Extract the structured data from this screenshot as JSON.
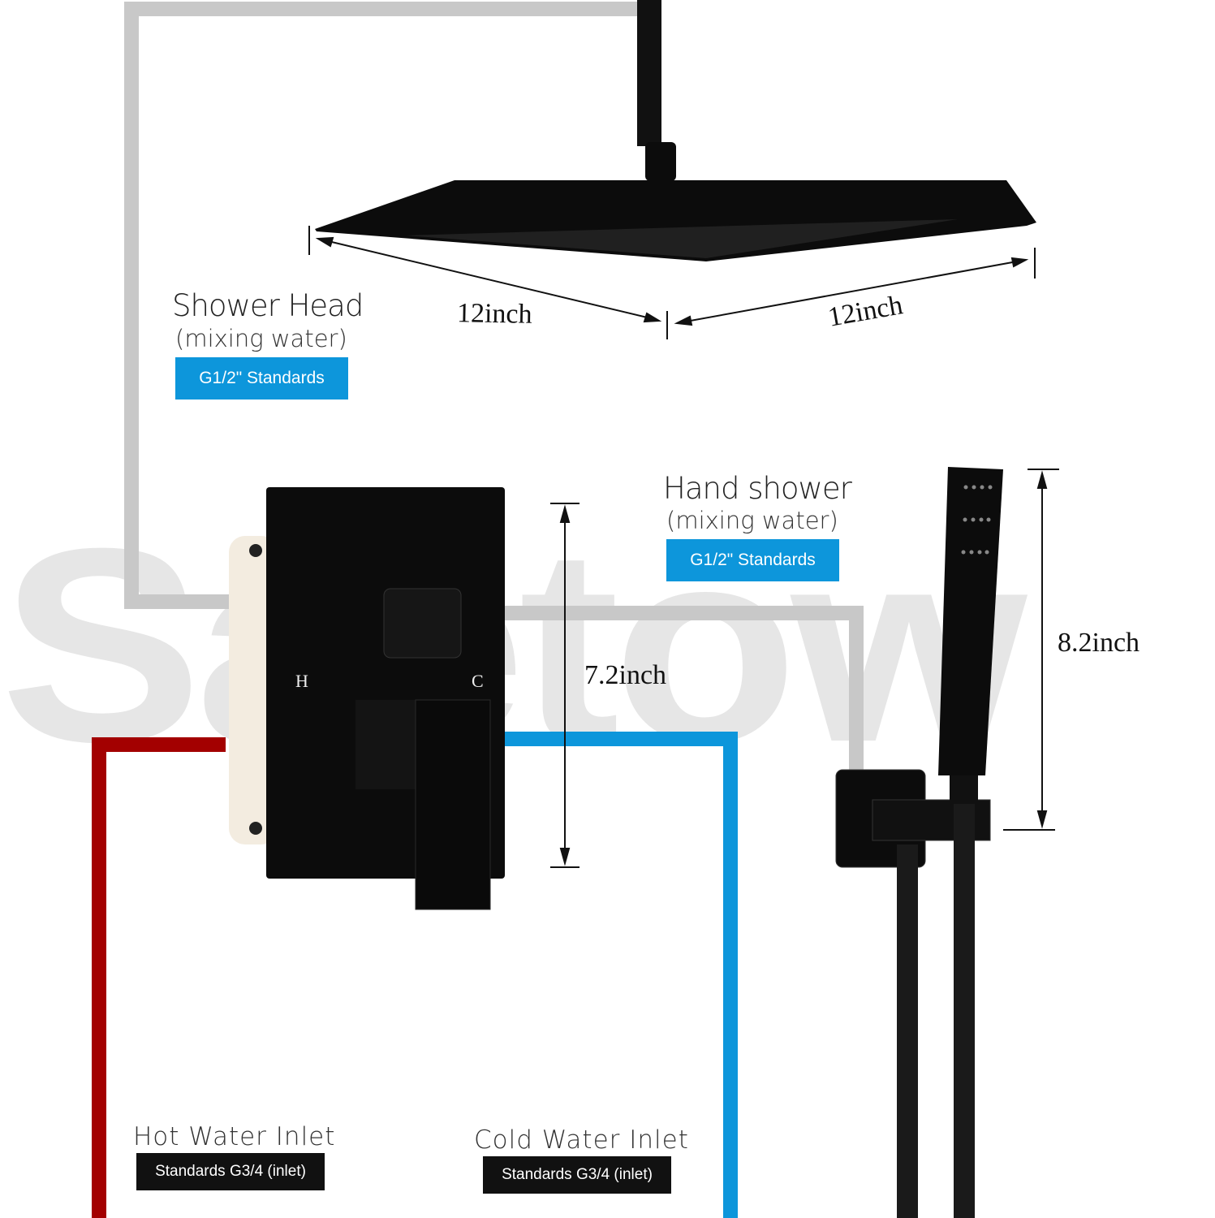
{
  "watermark": "Saetow",
  "shower_head": {
    "title": "Shower Head",
    "subtitle": "(mixing water)",
    "badge": "G1/2\" Standards"
  },
  "hand_shower": {
    "title": "Hand shower",
    "subtitle": "(mixing water)",
    "badge": "G1/2\" Standards"
  },
  "hot_inlet": {
    "title": "Hot Water Inlet",
    "badge": "Standards G3/4 (inlet)"
  },
  "cold_inlet": {
    "title": "Cold Water Inlet",
    "badge": "Standards G3/4 (inlet)"
  },
  "dimensions": {
    "head_width_left": "12inch",
    "head_width_right": "12inch",
    "valve_height": "7.2inch",
    "hand_shower_height": "8.2inch"
  },
  "valve_labels": {
    "hot": "H",
    "cold": "C"
  },
  "colors": {
    "hot_pipe": "#a30000",
    "cold_pipe": "#0d96db",
    "mixed_pipe": "#c8c8c8",
    "badge_blue": "#0d96db",
    "badge_black": "#111111",
    "fixture": "#0c0c0c"
  }
}
